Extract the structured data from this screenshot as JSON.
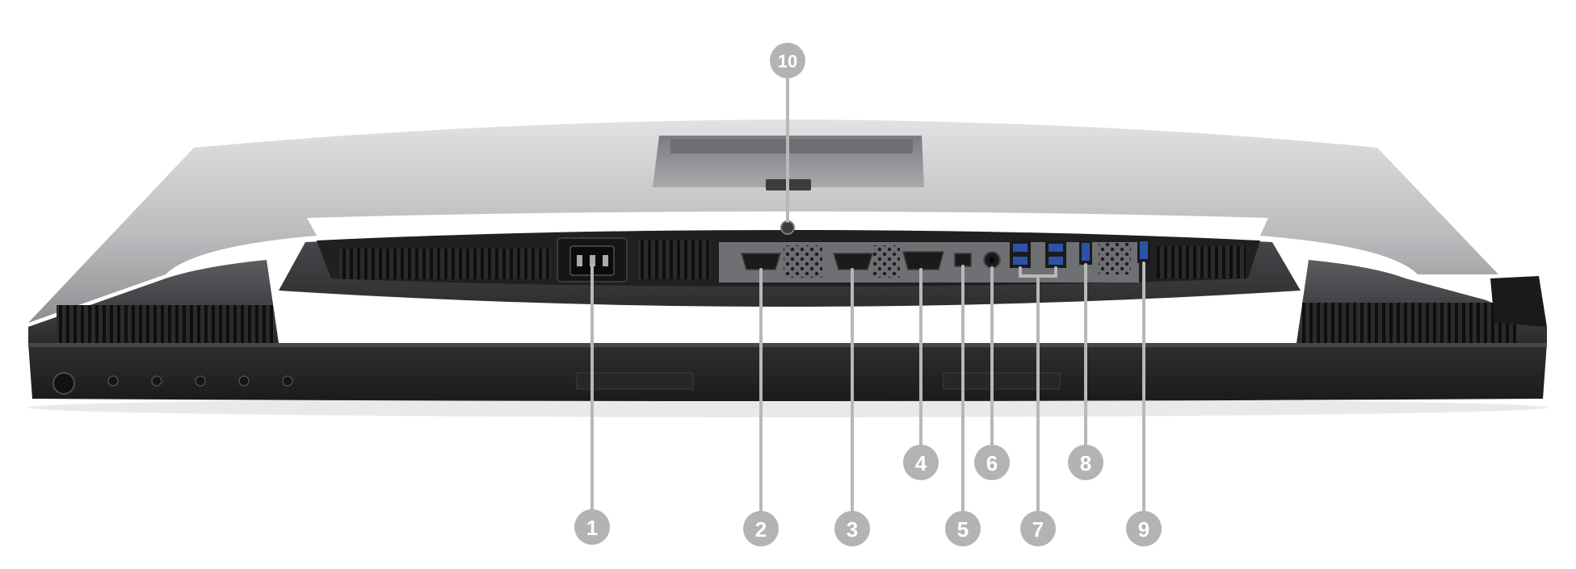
{
  "scene": {
    "subject": "monitor-rear-ports",
    "colors": {
      "background": "#ffffff",
      "shell_light": "#c9c9cb",
      "shell_dark": "#2c2d2f",
      "panel_dark": "#1e1f21",
      "port_blue": "#2b53a6",
      "callout_fill": "#b3b3b3",
      "callout_line": "#b8b8b8"
    }
  },
  "callouts": [
    {
      "label": "1"
    },
    {
      "label": "2"
    },
    {
      "label": "3"
    },
    {
      "label": "4"
    },
    {
      "label": "5"
    },
    {
      "label": "6"
    },
    {
      "label": "7"
    },
    {
      "label": "8"
    },
    {
      "label": "9"
    },
    {
      "label": "10"
    }
  ]
}
